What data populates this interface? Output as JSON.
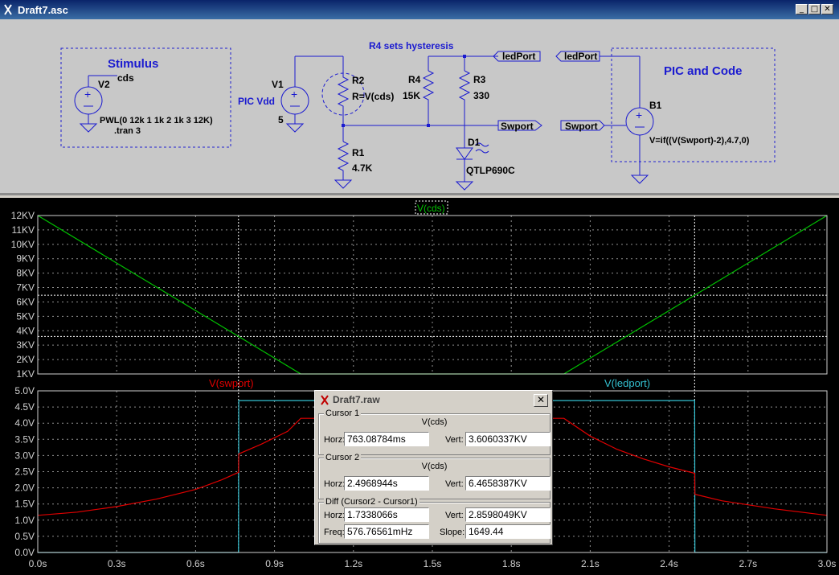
{
  "window": {
    "title": "Draft7.asc",
    "btn_min": "_",
    "btn_max": "□",
    "btn_close": "✕"
  },
  "schematic": {
    "stimulus_label": "Stimulus",
    "pic_label": "PIC and Code",
    "hysteresis_note": "R4 sets hysteresis",
    "pic_vdd": "PIC Vdd",
    "v2": {
      "name": "V2",
      "net": "cds",
      "value": "PWL(0 12k 1 1k 2 1k 3 12K)",
      "directive": ".tran 3"
    },
    "v1": {
      "name": "V1",
      "value": "5"
    },
    "r2": {
      "name": "R2",
      "value": "R=V(cds)"
    },
    "r1": {
      "name": "R1",
      "value": "4.7K"
    },
    "r4": {
      "name": "R4",
      "value": "15K"
    },
    "r3": {
      "name": "R3",
      "value": "330"
    },
    "d1": {
      "name": "D1",
      "value": "QTLP690C"
    },
    "b1": {
      "name": "B1",
      "value": "V=if((V(Swport)-2),4.7,0)"
    },
    "ports": {
      "ledport_out": "ledPort",
      "ledport_in": "ledPort",
      "swport_out": "Swport",
      "swport_in": "Swport"
    }
  },
  "plot": {
    "colors": {
      "vcds": "#00c000",
      "vswport": "#e00000",
      "vledport": "#33c0d0",
      "grid": "#909090",
      "axis": "#d0d0d0"
    },
    "top_title": "V(cds)",
    "bottom_title_left": "V(swport)",
    "bottom_title_right": "V(ledport)",
    "x_ticks": [
      "0.0s",
      "0.3s",
      "0.6s",
      "0.9s",
      "1.2s",
      "1.5s",
      "1.8s",
      "2.1s",
      "2.4s",
      "2.7s",
      "3.0s"
    ],
    "top_y_ticks": [
      "12KV",
      "11KV",
      "10KV",
      "9KV",
      "8KV",
      "7KV",
      "6KV",
      "5KV",
      "4KV",
      "3KV",
      "2KV",
      "1KV"
    ],
    "bottom_y_ticks": [
      "5.0V",
      "4.5V",
      "4.0V",
      "3.5V",
      "3.0V",
      "2.5V",
      "2.0V",
      "1.5V",
      "1.0V",
      "0.5V",
      "0.0V"
    ]
  },
  "chart_data": {
    "type": "line",
    "xlabel": "",
    "x_range": [
      0,
      3
    ],
    "panes": [
      {
        "ylabel": "",
        "ylim": [
          1,
          12
        ],
        "unit": "KV",
        "series": [
          {
            "name": "V(cds)",
            "x": [
              0,
              1,
              2,
              3
            ],
            "y": [
              12,
              1,
              1,
              12
            ]
          }
        ]
      },
      {
        "ylabel": "",
        "ylim": [
          0,
          5
        ],
        "unit": "V",
        "series": [
          {
            "name": "V(swport)",
            "x": [
              0,
              0.15,
              0.3,
              0.45,
              0.6,
              0.7,
              0.763,
              0.764,
              0.85,
              0.95,
              1.0,
              1.05,
              2.0,
              2.1,
              2.2,
              2.3,
              2.4,
              2.497,
              2.498,
              2.6,
              2.8,
              3.0
            ],
            "y": [
              1.15,
              1.25,
              1.42,
              1.65,
              1.95,
              2.25,
              2.48,
              3.05,
              3.35,
              3.75,
              4.15,
              4.15,
              4.15,
              3.6,
              3.2,
              2.9,
              2.65,
              2.45,
              1.8,
              1.6,
              1.35,
              1.15
            ]
          },
          {
            "name": "V(ledport)",
            "x": [
              0,
              0.763,
              0.764,
              2.497,
              2.498,
              3.0
            ],
            "y": [
              0,
              0,
              4.7,
              4.7,
              0,
              0
            ]
          }
        ]
      }
    ],
    "cursors": {
      "cursor1_x": 0.76308784,
      "cursor2_x": 2.4968944,
      "cursor1_y_kv": 3.6060337,
      "cursor2_y_kv": 6.4658387
    }
  },
  "dialog": {
    "title": "Draft7.raw",
    "close": "✕",
    "cursor1": {
      "label": "Cursor 1",
      "signal": "V(cds)",
      "horz_label": "Horz:",
      "horz": "763.08784ms",
      "vert_label": "Vert:",
      "vert": "3.6060337KV"
    },
    "cursor2": {
      "label": "Cursor 2",
      "signal": "V(cds)",
      "horz_label": "Horz:",
      "horz": "2.4968944s",
      "vert_label": "Vert:",
      "vert": "6.4658387KV"
    },
    "diff": {
      "label": "Diff (Cursor2 - Cursor1)",
      "horz_label": "Horz:",
      "horz": "1.7338066s",
      "vert_label": "Vert:",
      "vert": "2.8598049KV",
      "freq_label": "Freq:",
      "freq": "576.76561mHz",
      "slope_label": "Slope:",
      "slope": "1649.44"
    }
  }
}
